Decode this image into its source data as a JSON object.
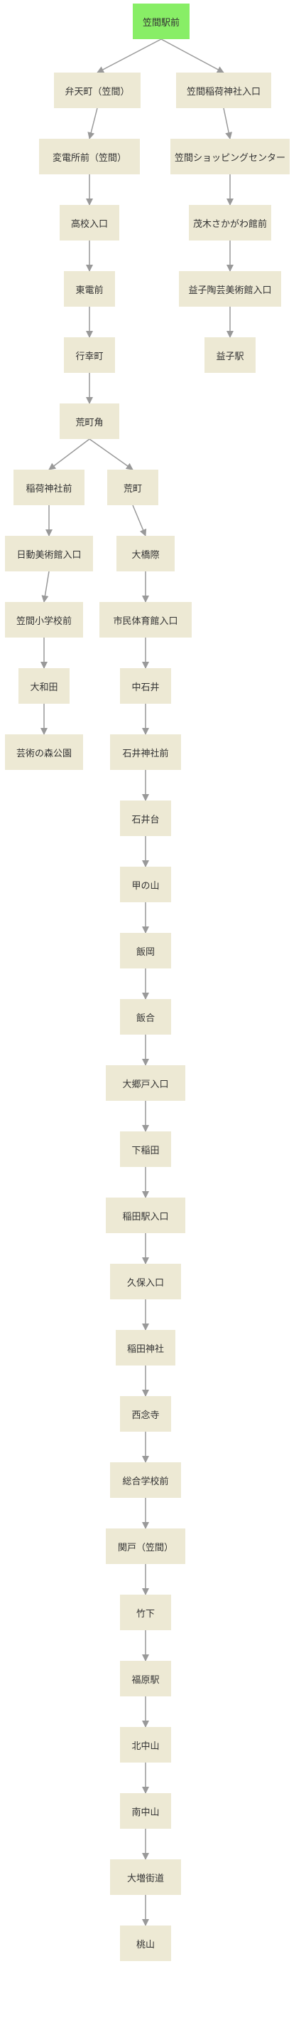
{
  "diagram": {
    "colors": {
      "node_fill": "#ede9d4",
      "root_fill": "#88ee66",
      "edge": "#999999",
      "text": "#333333"
    },
    "nodes": {
      "n0": "笠間駅前",
      "n1": "弁天町（笠間）",
      "n2": "笠間稲荷神社入口",
      "n3": "変電所前（笠間）",
      "n4": "高校入口",
      "n5": "東電前",
      "n6": "行幸町",
      "n7": "荒町角",
      "n8": "笠間ショッピングセンター",
      "n9": "茂木さかがわ館前",
      "n10": "益子陶芸美術館入口",
      "n11": "益子駅",
      "n12": "稲荷神社前",
      "n13": "日動美術館入口",
      "n14": "笠間小学校前",
      "n15": "大和田",
      "n16": "芸術の森公園",
      "n17": "荒町",
      "n18": "大橋際",
      "n19": "市民体育館入口",
      "n20": "中石井",
      "n21": "石井神社前",
      "n22": "石井台",
      "n23": "甲の山",
      "n24": "飯岡",
      "n25": "飯合",
      "n26": "大郷戸入口",
      "n27": "下稲田",
      "n28": "稲田駅入口",
      "n29": "久保入口",
      "n30": "稲田神社",
      "n31": "西念寺",
      "n32": "総合学校前",
      "n33": "関戸（笠間）",
      "n34": "竹下",
      "n35": "福原駅",
      "n36": "北中山",
      "n37": "南中山",
      "n38": "大増街道",
      "n39": "桃山"
    },
    "edges": [
      [
        "n0",
        "n1"
      ],
      [
        "n0",
        "n2"
      ],
      [
        "n1",
        "n3"
      ],
      [
        "n3",
        "n4"
      ],
      [
        "n4",
        "n5"
      ],
      [
        "n5",
        "n6"
      ],
      [
        "n6",
        "n7"
      ],
      [
        "n2",
        "n8"
      ],
      [
        "n8",
        "n9"
      ],
      [
        "n9",
        "n10"
      ],
      [
        "n10",
        "n11"
      ],
      [
        "n7",
        "n12"
      ],
      [
        "n12",
        "n13"
      ],
      [
        "n13",
        "n14"
      ],
      [
        "n14",
        "n15"
      ],
      [
        "n15",
        "n16"
      ],
      [
        "n7",
        "n17"
      ],
      [
        "n17",
        "n18"
      ],
      [
        "n18",
        "n19"
      ],
      [
        "n19",
        "n20"
      ],
      [
        "n20",
        "n21"
      ],
      [
        "n21",
        "n22"
      ],
      [
        "n22",
        "n23"
      ],
      [
        "n23",
        "n24"
      ],
      [
        "n24",
        "n25"
      ],
      [
        "n25",
        "n26"
      ],
      [
        "n26",
        "n27"
      ],
      [
        "n27",
        "n28"
      ],
      [
        "n28",
        "n29"
      ],
      [
        "n29",
        "n30"
      ],
      [
        "n30",
        "n31"
      ],
      [
        "n31",
        "n32"
      ],
      [
        "n32",
        "n33"
      ],
      [
        "n33",
        "n34"
      ],
      [
        "n34",
        "n35"
      ],
      [
        "n35",
        "n36"
      ],
      [
        "n36",
        "n37"
      ],
      [
        "n37",
        "n38"
      ],
      [
        "n38",
        "n39"
      ]
    ]
  }
}
